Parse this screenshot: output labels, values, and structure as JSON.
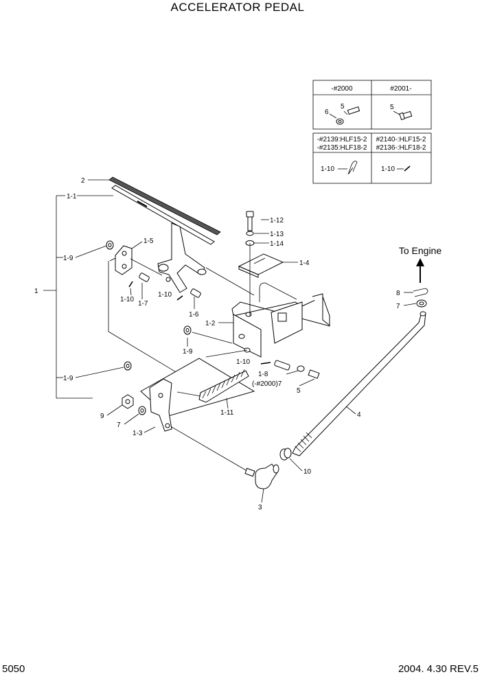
{
  "title": "ACCELERATOR PEDAL",
  "page_number": "5050",
  "revision": "2004. 4.30 REV.5",
  "direction_label": "To Engine",
  "legend_table": {
    "row1": {
      "left_header": "-#2000",
      "right_header": "#2001-",
      "left_parts": [
        "5",
        "6"
      ],
      "right_parts": [
        "5"
      ]
    },
    "row2": {
      "left_header_line1": "-#2139:HLF15-2",
      "left_header_line2": "-#2135:HLF18-2",
      "right_header_line1": "#2140-:HLF15-2",
      "right_header_line2": "#2136-:HLF18-2",
      "left_part": "1-10",
      "right_part": "1-10"
    }
  },
  "callouts": {
    "c1": "1",
    "c1_1": "1-1",
    "c2": "2",
    "c1_9a": "1-9",
    "c1_5": "1-5",
    "c1_10a": "1-10",
    "c1_7": "1-7",
    "c1_10b": "1-10",
    "c1_6": "1-6",
    "c1_12": "1-12",
    "c1_13": "1-13",
    "c1_14": "1-14",
    "c1_4": "1-4",
    "c1_2": "1-2",
    "c1_9b": "1-9",
    "c1_10c": "1-10",
    "c1_8": "1-8",
    "c2000_7": "(-#2000)7",
    "c5": "5",
    "c1_9c": "1-9",
    "c1_11": "1-11",
    "c9": "9",
    "c7a": "7",
    "c1_3": "1-3",
    "c3": "3",
    "c10": "10",
    "c4": "4",
    "c8": "8",
    "c7b": "7"
  }
}
